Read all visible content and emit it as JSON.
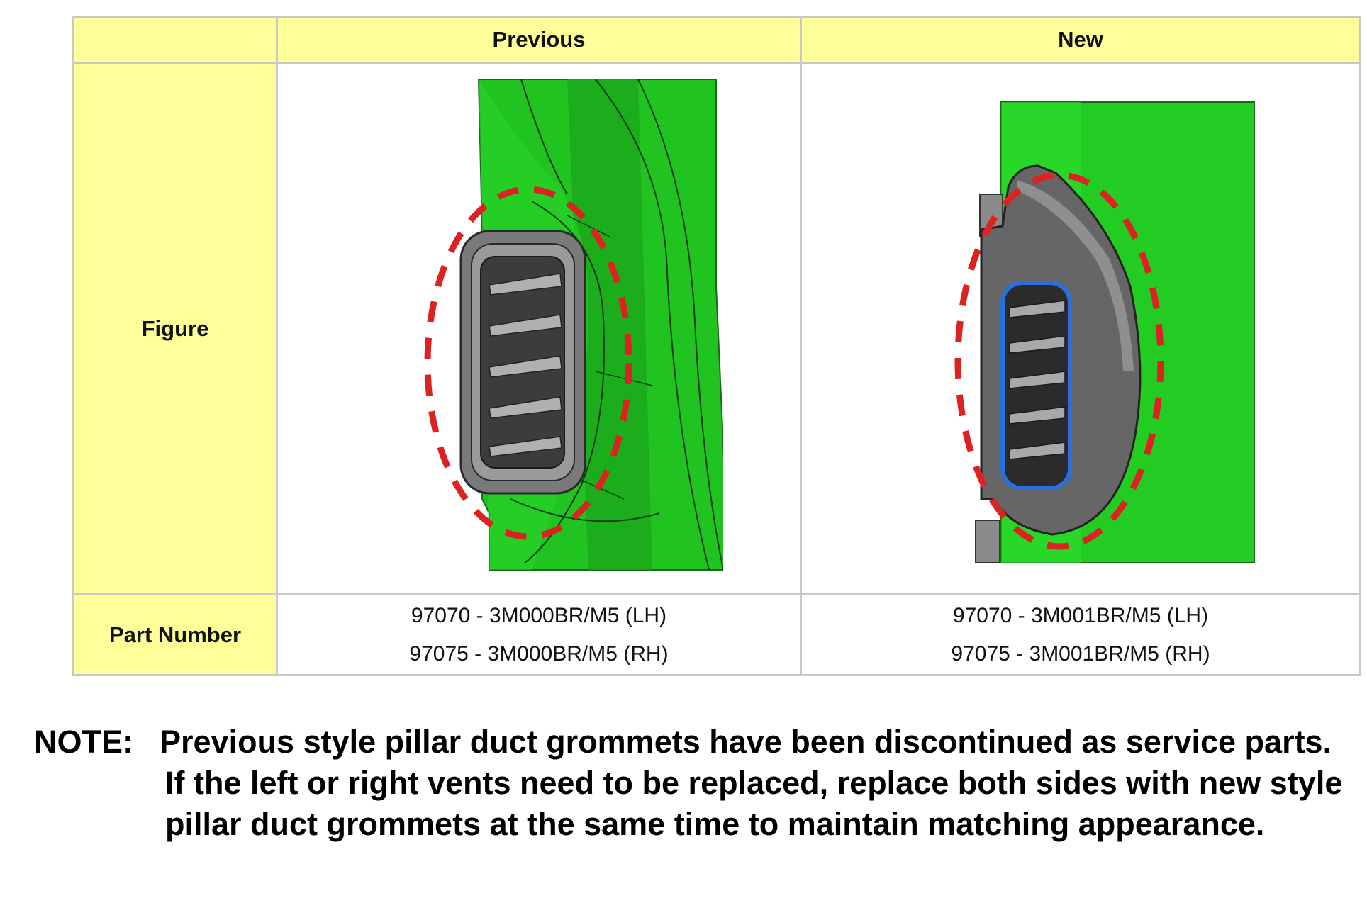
{
  "table": {
    "headers": [
      "",
      "Previous",
      "New"
    ],
    "row_labels": [
      "Figure",
      "Part Number"
    ],
    "figures": [
      {
        "icon": "previous-vent-grommet-image"
      },
      {
        "icon": "new-vent-grommet-image"
      }
    ],
    "part_numbers": [
      [
        "97070 - 3M000BR/M5 (LH)",
        "97075 - 3M000BR/M5 (RH)"
      ],
      [
        "97070 - 3M001BR/M5 (LH)",
        "97075 - 3M001BR/M5 (RH)"
      ]
    ]
  },
  "note": {
    "label": "NOTE:",
    "text": "Previous style pillar duct grommets have been discontinued as service parts.  If the left or right vents need to be replaced, replace both sides with new style pillar duct grommets at the same time to maintain matching appearance."
  },
  "colors": {
    "header_bg": "#ffff99",
    "label_bg": "#ffff99",
    "pillar_green": "#22cc22",
    "highlight_red": "#dd2222",
    "grommet_gray": "#6e6e6e",
    "new_vent_border": "#2a6fe0"
  }
}
